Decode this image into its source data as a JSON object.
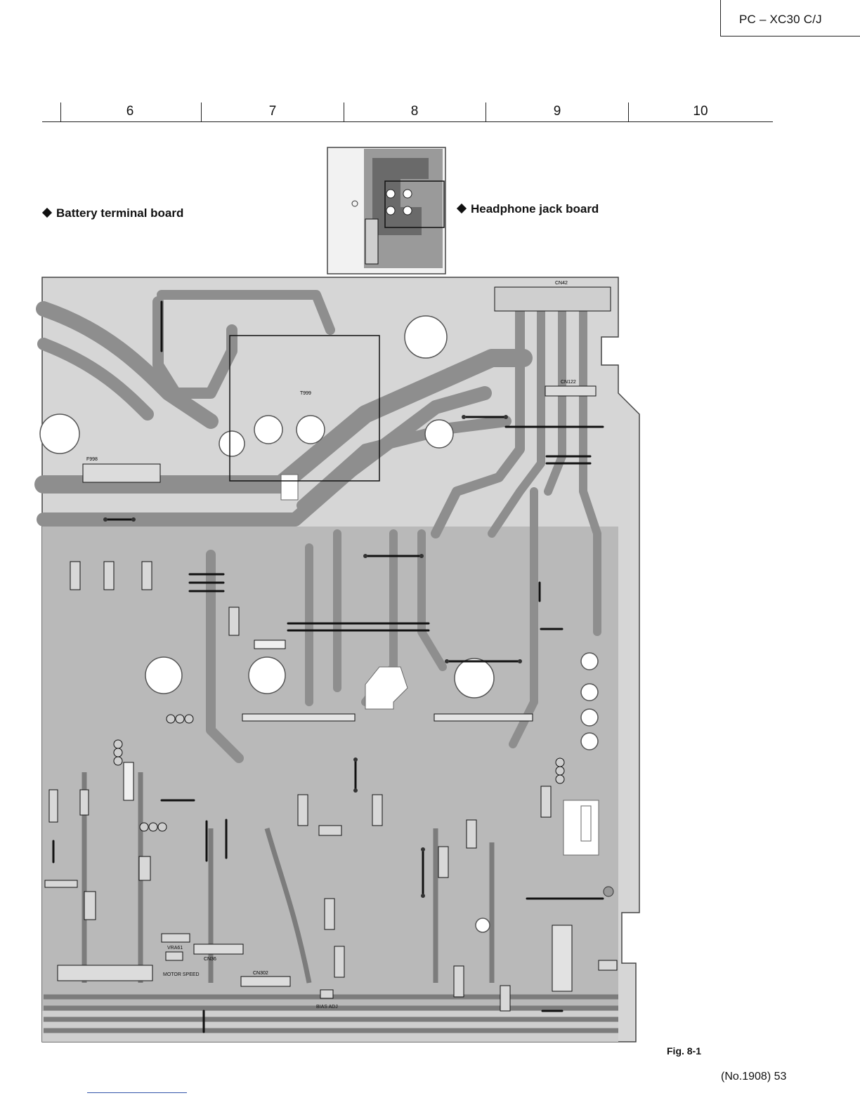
{
  "header": {
    "model": "PC – XC30 C/J"
  },
  "ruler": {
    "columns": [
      "6",
      "7",
      "8",
      "9",
      "10"
    ]
  },
  "labels": {
    "battery_board": "Battery terminal board",
    "headphone_board": "Headphone jack board"
  },
  "board_labels": {
    "t999": "T999",
    "f998": "F998",
    "cn122": "CN122",
    "cn42": "CN42",
    "cn36": "CN36",
    "cn302": "CN302",
    "motor_speed": "MOTOR SPEED",
    "bias_adj": "BIAS ADJ",
    "vra61": "VRA61"
  },
  "footer": {
    "figure": "Fig. 8-1",
    "page": "(No.1908)  53"
  },
  "colors": {
    "trace": "#8e8e8e",
    "trace_dark": "#5a5a5a",
    "ink": "#111111"
  }
}
